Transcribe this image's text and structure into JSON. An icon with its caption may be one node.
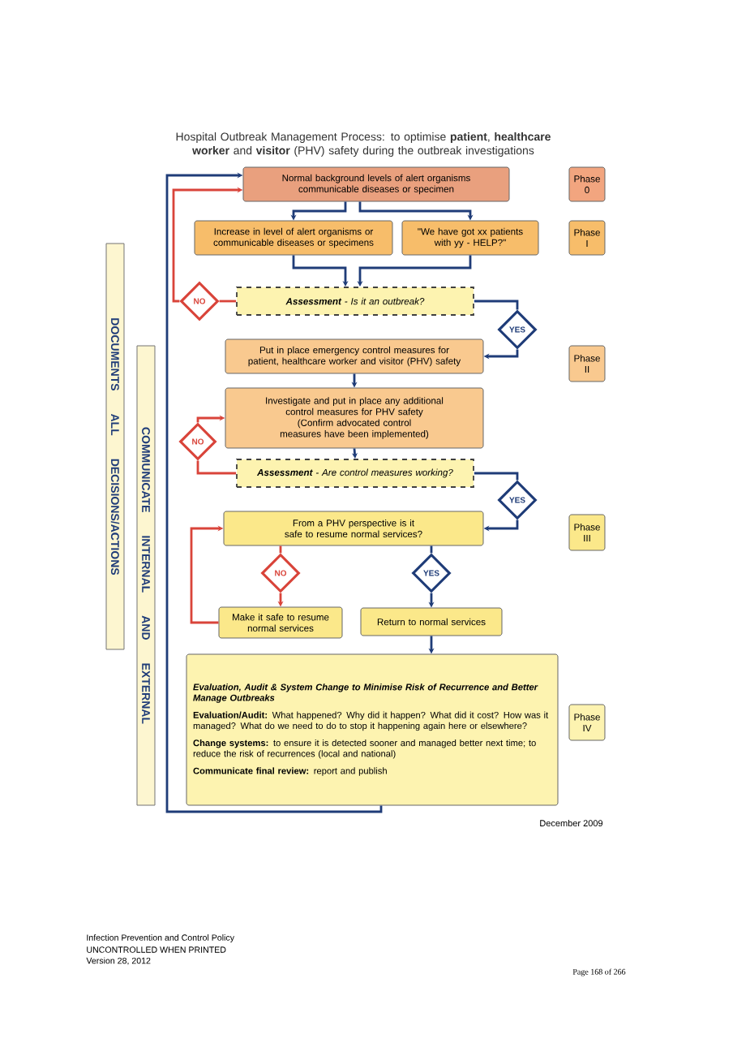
{
  "diagram": {
    "title": "Hospital Outbreak Management Process: to optimise **patient**, **healthcare worker** and **visitor** (PHV) safety during the outbreak investigations",
    "nodes": [
      {
        "text": [
          "Normal background levels of alert organisms communicable diseases or specimen"
        ]
      },
      {
        "text": [
          "Phase 0"
        ]
      },
      {
        "text": [
          "Increase in level of alert organisms or communicable diseases or specimens"
        ]
      },
      {
        "text": [
          "\"We have got xx patients with yy - HELP?\""
        ]
      },
      {
        "text": [
          "Phase I"
        ]
      },
      {
        "text": [
          "DOCUMENTS ALL DECISIONS/ACTIONS"
        ]
      },
      {
        "text": [
          "**Assessment** - Is it an outbreak?"
        ]
      },
      {
        "text": [
          "NO"
        ]
      },
      {
        "text": [
          "YES"
        ]
      },
      {
        "text": [
          "COMMUNICATE INTERNAL AND EXTERNAL"
        ]
      },
      {
        "text": [
          "Put in place emergency control measures for patient, healthcare worker and visitor (PHV) safety"
        ]
      },
      {
        "text": [
          "Phase II"
        ]
      },
      {
        "text": [
          "Investigate and put in place any additional control measures for PHV safety",
          "(Confirm advocated control measures have been implemented)"
        ]
      },
      {
        "text": [
          "NO"
        ]
      },
      {
        "text": [
          "**Assessment** - Are control measures working?"
        ]
      },
      {
        "text": [
          "YES"
        ]
      },
      {
        "text": [
          "From a PHV perspective is it safe to resume normal services?"
        ]
      },
      {
        "text": [
          "Phase III"
        ]
      },
      {
        "text": [
          "NO"
        ]
      },
      {
        "text": [
          "YES"
        ]
      },
      {
        "text": [
          "Make it safe to resume normal services"
        ]
      },
      {
        "text": [
          "Return to normal services"
        ]
      },
      {
        "text": [
          "Evaluation, Audit & System Change to Minimise Risk of Recurrence and Better Manage Outbreaks",
          "**Evaluation/Audit:** What happened? Why did it happen? What did it cost? How was it managed? What do we need to do to stop it happening again here or elsewhere?",
          "**Change systems:** to ensure it is detected sooner and managed better next time; to reduce the risk of recurrences (local and national)",
          "**Communicate final review:** report and publish"
        ]
      },
      {
        "text": [
          "Phase IV"
        ]
      }
    ],
    "edges": [
      {
        "from": 0,
        "to": 2,
        "arrow": "to"
      },
      {
        "from": 0,
        "to": 3,
        "arrow": "to"
      },
      {
        "from": 2,
        "to": 6,
        "arrow": "to"
      },
      {
        "from": 3,
        "to": 6,
        "arrow": "to"
      },
      {
        "from": 6,
        "to": 7,
        "arrow": "none",
        "color": "#d9443a"
      },
      {
        "from": 7,
        "to": 0,
        "arrow": "to",
        "color": "#d9443a"
      },
      {
        "from": 6,
        "to": 8,
        "arrow": "none"
      },
      {
        "from": 8,
        "to": 10,
        "arrow": "to"
      },
      {
        "from": 10,
        "to": 12,
        "arrow": "to"
      },
      {
        "from": 12,
        "to": 14,
        "arrow": "to"
      },
      {
        "from": 14,
        "to": 13,
        "arrow": "none",
        "color": "#d9443a"
      },
      {
        "from": 13,
        "to": 12,
        "arrow": "to",
        "color": "#d9443a"
      },
      {
        "from": 14,
        "to": 15,
        "arrow": "none"
      },
      {
        "from": 15,
        "to": 16,
        "arrow": "to"
      },
      {
        "from": 16,
        "to": 18,
        "arrow": "none",
        "color": "#d9443a"
      },
      {
        "from": 18,
        "to": 20,
        "arrow": "to",
        "color": "#d9443a"
      },
      {
        "from": 20,
        "to": 16,
        "arrow": "to",
        "color": "#d9443a"
      },
      {
        "from": 16,
        "to": 19,
        "arrow": "none"
      },
      {
        "from": 19,
        "to": 21,
        "arrow": "to"
      },
      {
        "from": 21,
        "to": 22,
        "arrow": "to"
      },
      {
        "from": 22,
        "to": 0,
        "arrow": "to"
      }
    ],
    "labels": [
      "December 2009",
      "Infection Prevention and Control Policy",
      "UNCONTROLLED WHEN PRINTED",
      "Version 28, 2012",
      "Page 168 of 266"
    ]
  }
}
